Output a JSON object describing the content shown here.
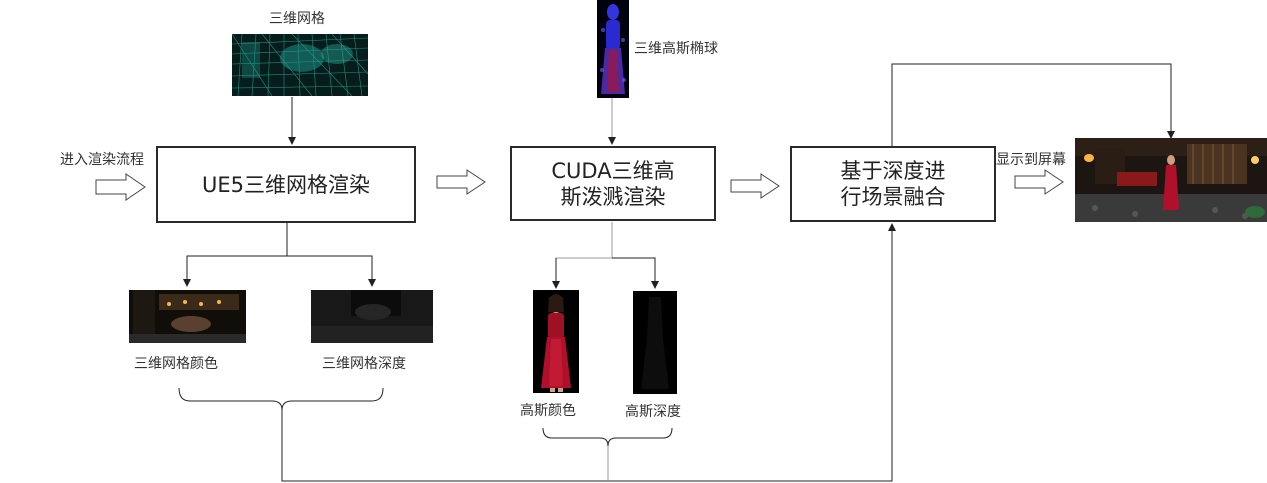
{
  "labels": {
    "mesh_top": "三维网格",
    "gauss_top": "三维高斯椭球",
    "enter": "进入渲染流程",
    "display": "显示到屏幕",
    "mesh_color": "三维网格颜色",
    "mesh_depth": "三维网格深度",
    "gauss_color": "高斯颜色",
    "gauss_depth": "高斯深度"
  },
  "boxes": {
    "ue5_line1": "UE5三维网格渲染",
    "cuda_line1": "CUDA三维高",
    "cuda_line2": "斯泼溅渲染",
    "fusion_line1": "基于深度进",
    "fusion_line2": "行场景融合"
  },
  "colors": {
    "box_border": "#2a2a2a",
    "line": "#333333",
    "line_gray": "#888888",
    "mesh_teal": "#1f9a8f",
    "gauss_blue": "#2a2ad0",
    "dress_red": "#b0102a"
  }
}
